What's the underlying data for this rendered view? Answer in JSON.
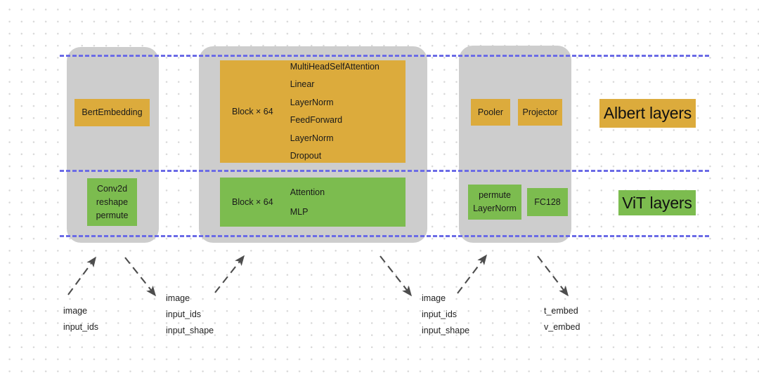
{
  "diagram": {
    "title": "Albert / ViT layer architecture diagram",
    "colors": {
      "orange": "#dcab3c",
      "green": "#7cbc4f",
      "group_gray": "#cdcdcd",
      "dash_blue": "#6b6be6",
      "background": "#ffffff",
      "grid_dot": "#d8d8d8",
      "arrow": "#4d4d4d",
      "text": "#1f1f1f"
    }
  },
  "stages": {
    "embedding": {
      "name": "embedding-stage",
      "albert_module": {
        "label": "BertEmbedding"
      },
      "vit_module": {
        "label": "Conv2d\nreshape\npermute"
      }
    },
    "encoder": {
      "name": "encoder-stage",
      "albert_block": {
        "repeat_label": "Block × 64",
        "layers": [
          "MultiHeadSelfAttention",
          "Linear",
          "LayerNorm",
          "FeedForward",
          "LayerNorm",
          "Dropout"
        ]
      },
      "vit_block": {
        "repeat_label": "Block × 64",
        "layers": [
          "Attention",
          "MLP"
        ]
      }
    },
    "head": {
      "name": "head-stage",
      "albert_modules": [
        {
          "label": "Pooler"
        },
        {
          "label": "Projector"
        }
      ],
      "vit_modules": [
        {
          "label": "permute\nLayerNorm"
        },
        {
          "label": "FC128"
        }
      ]
    }
  },
  "legend": {
    "albert": {
      "label": "Albert layers",
      "color": "#dcab3c"
    },
    "vit": {
      "label": "ViT layers",
      "color": "#7cbc4f"
    }
  },
  "annotations": [
    {
      "name": "embedding-inputs",
      "text": "image\ninput_ids"
    },
    {
      "name": "encoder-inputs",
      "text": "image\ninput_ids\ninput_shape"
    },
    {
      "name": "head-inputs",
      "text": "image\ninput_ids\ninput_shape"
    },
    {
      "name": "outputs",
      "text": "t_embed\nv_embed"
    }
  ],
  "arrows": [
    {
      "name": "arrow-embedding-in",
      "direction": "up-right"
    },
    {
      "name": "arrow-embedding-out",
      "direction": "down-right"
    },
    {
      "name": "arrow-encoder-in",
      "direction": "up-right"
    },
    {
      "name": "arrow-encoder-out",
      "direction": "down-right"
    },
    {
      "name": "arrow-head-in",
      "direction": "up-right"
    },
    {
      "name": "arrow-head-out",
      "direction": "down-right"
    }
  ]
}
